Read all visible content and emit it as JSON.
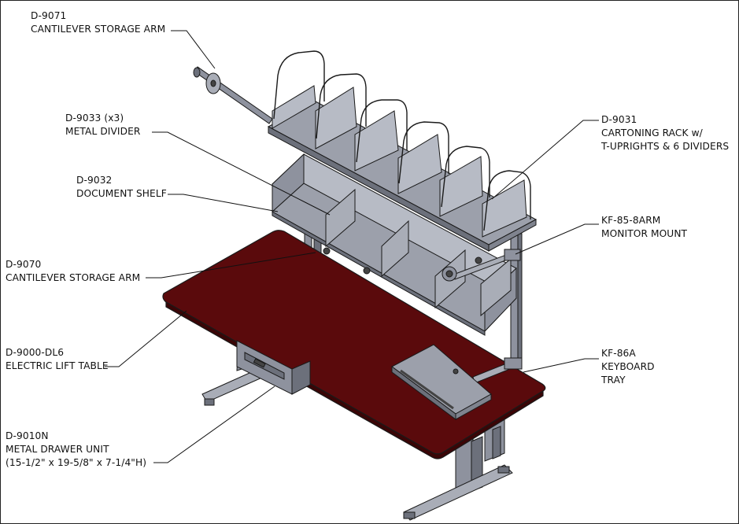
{
  "callouts": {
    "d9071": {
      "code": "D-9071",
      "lines": [
        "CANTILEVER STORAGE ARM"
      ]
    },
    "d9033": {
      "code": "D-9033 (x3)",
      "lines": [
        "METAL DIVIDER"
      ]
    },
    "d9032": {
      "code": "D-9032",
      "lines": [
        "DOCUMENT SHELF"
      ]
    },
    "d9070": {
      "code": "D-9070",
      "lines": [
        "CANTILEVER STORAGE ARM"
      ]
    },
    "d9000": {
      "code": "D-9000-DL6",
      "lines": [
        "ELECTRIC LIFT TABLE"
      ]
    },
    "d9010": {
      "code": "D-9010N",
      "lines": [
        "METAL DRAWER UNIT",
        "(15-1/2\" x 19-5/8\" x 7-1/4\"H)"
      ]
    },
    "d9031": {
      "code": "D-9031",
      "lines": [
        "CARTONING RACK w/",
        "T-UPRIGHTS & 6 DIVIDERS"
      ]
    },
    "kf85": {
      "code": "KF-85-8ARM",
      "lines": [
        "MONITOR MOUNT"
      ]
    },
    "kf86": {
      "code": "KF-86A",
      "lines": [
        "KEYBOARD",
        "TRAY"
      ]
    }
  },
  "colors": {
    "tabletop": "#5a0a0c",
    "tabletop_edge": "#3a0506",
    "metal": "#8e929e",
    "metal_light": "#a9adb7",
    "metal_dark": "#6c707b",
    "outline": "#1a1a1a"
  }
}
